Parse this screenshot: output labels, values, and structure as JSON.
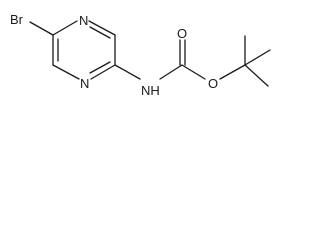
{
  "molecule": {
    "atoms": {
      "bromine": "Br",
      "ring_nitrogen_top": "N",
      "ring_nitrogen_bottom": "N",
      "amine_nh": "NH",
      "carbonyl_oxygen": "O",
      "ester_oxygen": "O"
    }
  }
}
